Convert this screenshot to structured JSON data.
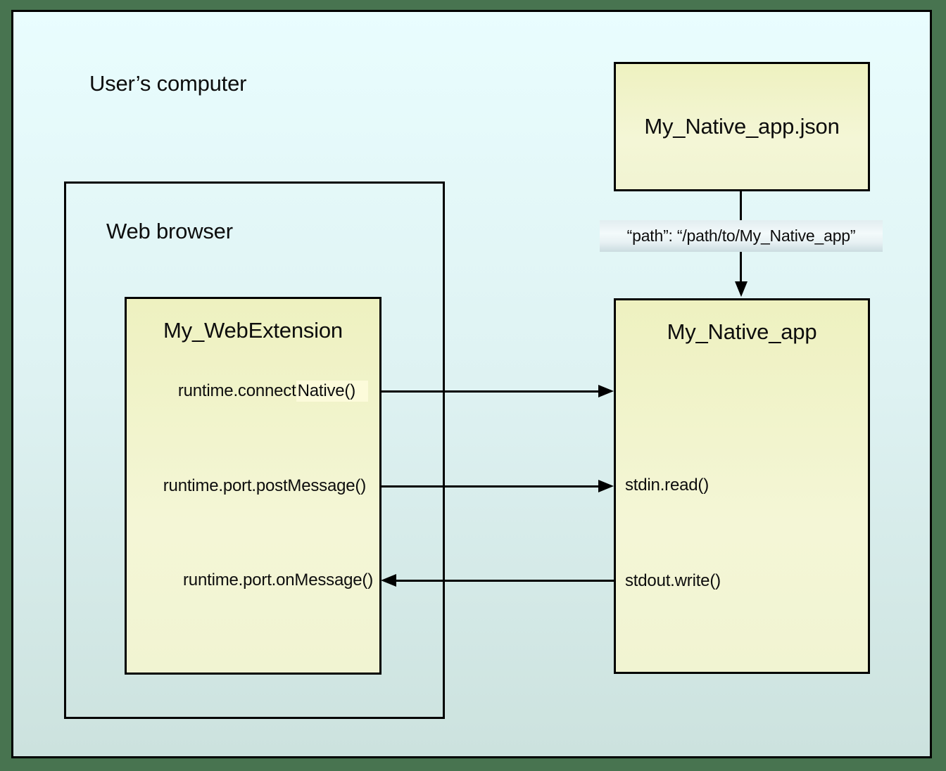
{
  "diagram": {
    "user_computer_label": "User’s computer",
    "web_browser_label": "Web browser",
    "webextension": {
      "title": "My_WebExtension",
      "connect_native_prefix": "runtime.connect",
      "connect_native_highlight": "Native()",
      "post_message": "runtime.port.postMessage()",
      "on_message": "runtime.port.onMessage()"
    },
    "manifest": {
      "title": "My_Native_app.json"
    },
    "native_app": {
      "title": "My_Native_app",
      "stdin": "stdin.read()",
      "stdout": "stdout.write()"
    },
    "path_annotation": "“path”: “/path/to/My_Native_app”"
  },
  "colors": {
    "frame_green": "#487450",
    "canvas_gradient_top": "#e9fdfe",
    "canvas_gradient_bottom": "#cce2de",
    "box_yellow_top": "#eef1c0",
    "box_yellow_bottom": "#f1f4d2",
    "highlight_yellow": "#fcfbda",
    "path_label_background": "#e7f1f3",
    "border": "#000000",
    "text": "#0d0d0d"
  }
}
